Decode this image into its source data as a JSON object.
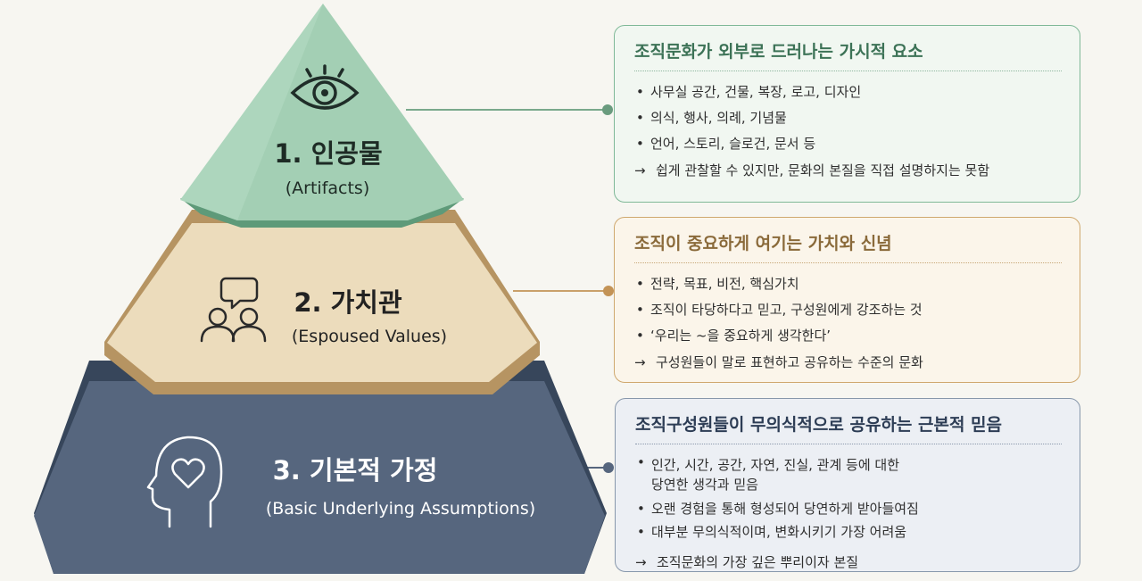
{
  "levels": [
    {
      "title": "1. 인공물",
      "subtitle": "(Artifacts)",
      "icon": "eye-icon",
      "color": "#a3cfb4",
      "heading": "조직문화가 외부로 드러나는 가시적 요소",
      "bullets": [
        "사무실 공간, 건물, 복장, 로고, 디자인",
        "의식, 행사, 의례, 기념물",
        "언어, 스토리, 슬로건, 문서 등"
      ],
      "conclusion_arrow": "→",
      "conclusion": "쉽게 관찰할 수 있지만, 문화의 본질을 직접 설명하지는 못함"
    },
    {
      "title": "2. 가치관",
      "subtitle": "(Espoused Values)",
      "icon": "people-speech-icon",
      "color": "#ecdcbc",
      "heading": "조직이 중요하게 여기는 가치와 신념",
      "bullets": [
        "전략, 목표, 비전, 핵심가치",
        "조직이 타당하다고 믿고, 구성원에게 강조하는 것",
        "‘우리는 ~을 중요하게 생각한다’"
      ],
      "conclusion_arrow": "→",
      "conclusion": "구성원들이 말로 표현하고 공유하는 수준의 문화"
    },
    {
      "title": "3. 기본적 가정",
      "subtitle": "(Basic Underlying Assumptions)",
      "icon": "head-heart-icon",
      "color": "#56667e",
      "heading": "조직구성원들이 무의식적으로 공유하는 근본적 믿음",
      "bullets": [
        [
          "인간, 시간, 공간, 자연, 진실, 관계 등에 대한",
          "당연한 생각과 믿음"
        ],
        "오랜 경험을 통해 형성되어 당연하게 받아들여짐",
        "대부분 무의식적이며, 변화시키기 가장 어려움"
      ],
      "conclusion_arrow": "→",
      "conclusion": "조직문화의 가장 깊은 뿌리이자 본질"
    }
  ]
}
